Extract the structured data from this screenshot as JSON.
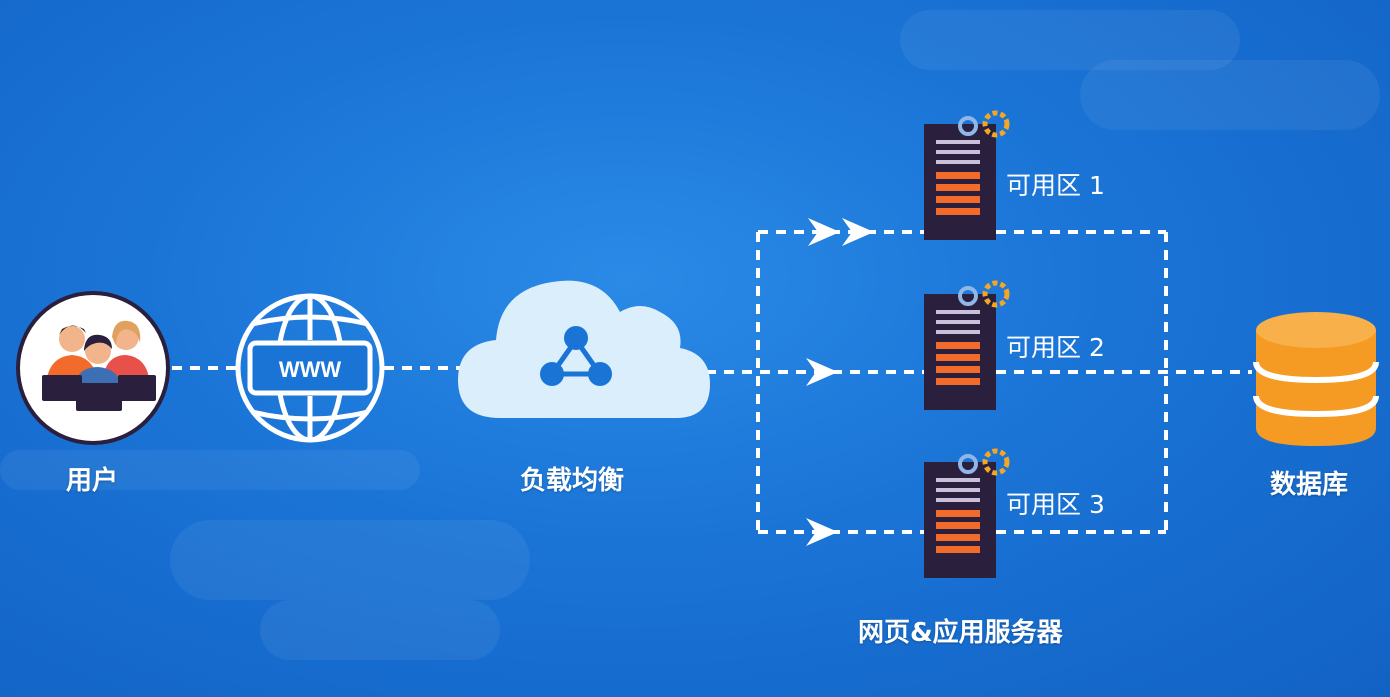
{
  "nodes": {
    "users": {
      "label": "用户"
    },
    "internet": {
      "label": "WWW"
    },
    "load_balancer": {
      "label": "负载均衡"
    },
    "servers": {
      "label": "网页&应用服务器",
      "zones": [
        {
          "label": "可用区 1"
        },
        {
          "label": "可用区 2"
        },
        {
          "label": "可用区 3"
        }
      ]
    },
    "database": {
      "label": "数据库"
    }
  },
  "colors": {
    "background": "#1a74d6",
    "server_body": "#2a1f3d",
    "server_stripe": "#f26b2a",
    "gear": "#f5a623",
    "database": "#f59a23",
    "connector": "#ffffff"
  }
}
